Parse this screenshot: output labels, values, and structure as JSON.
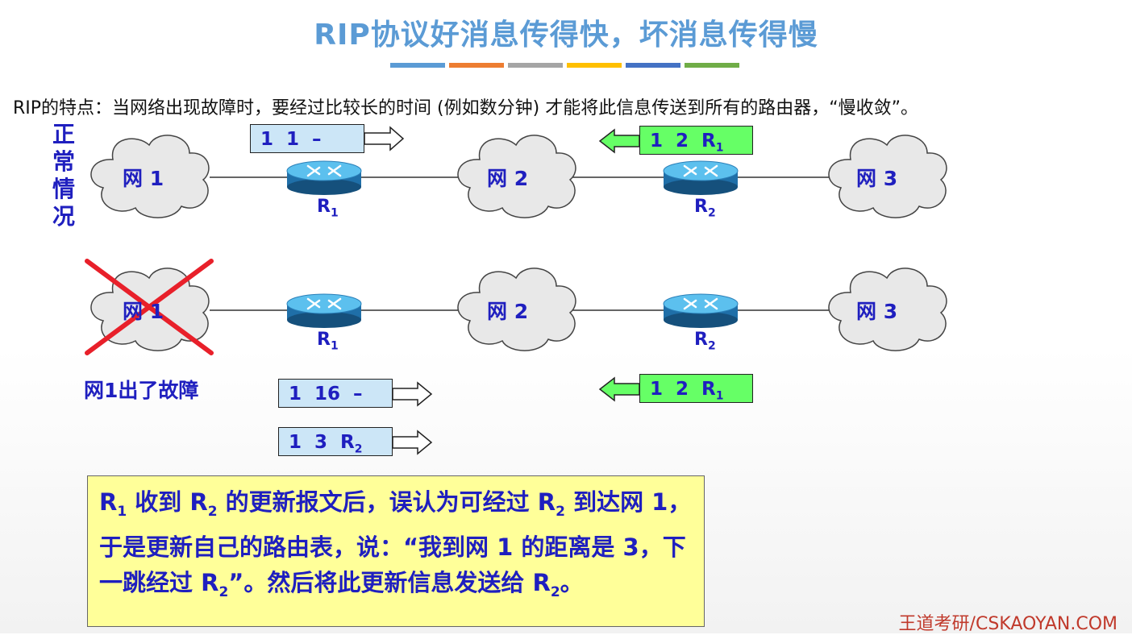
{
  "title": "RIP协议好消息传得快，坏消息传得慢",
  "color_bar": [
    "#5b9bd5",
    "#ed7d31",
    "#a5a5a5",
    "#ffc000",
    "#4472c4",
    "#70ad47"
  ],
  "intro": "RIP的特点：当网络出现故障时，要经过比较长的时间 (例如数分钟) 才能将此信息传送到所有的路由器，“慢收敛”。",
  "normal_label": [
    "正",
    "常",
    "情",
    "况"
  ],
  "networks": {
    "net1": "网 1",
    "net2": "网 2",
    "net3": "网 3"
  },
  "routers": {
    "r1": "R",
    "r1_sub": "1",
    "r2": "R",
    "r2_sub": "2"
  },
  "packets": {
    "p1": {
      "text": "1  1  –",
      "sub": ""
    },
    "p2": {
      "text": "1  2  R",
      "sub": "1"
    },
    "p3": {
      "text": "1  16  –",
      "sub": ""
    },
    "p4": {
      "text": "1  2  R",
      "sub": "1"
    },
    "p5": {
      "text": "1  3  R",
      "sub": "2"
    }
  },
  "fault_label": "网1出了故障",
  "note": {
    "r1": "R",
    "r1_sub": "1",
    "t1": " 收到 ",
    "r2a": "R",
    "r2a_sub": "2",
    "t2": " 的更新报文后，误认为可经过 ",
    "r2b": "R",
    "r2b_sub": "2",
    "t3": " 到达网 1，于是更新自己的路由表，说：“我到网 1 的距离是 3，下一跳经过 ",
    "r2c": "R",
    "r2c_sub": "2",
    "t4": "”。然后将此更新信息发送给 ",
    "r2d": "R",
    "r2d_sub": "2",
    "t5": "。"
  },
  "footer": "王道考研/CSKAOYAN.COM"
}
